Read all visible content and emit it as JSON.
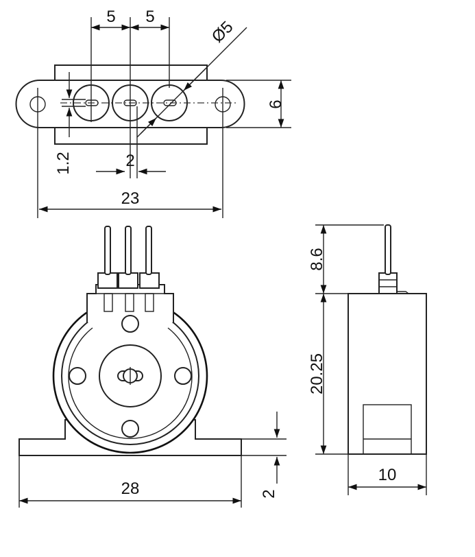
{
  "dimensions": {
    "pin_pitch_left": "5",
    "pin_pitch_right": "5",
    "hole_diameter": "Ø5",
    "flange_height": "6",
    "pin_offset": "1.2",
    "slot_width": "2",
    "flange_width": "23",
    "pin_length": "8.6",
    "body_height": "20.25",
    "base_width": "28",
    "base_thickness": "2",
    "side_width": "10"
  },
  "colors": {
    "line": "#222222",
    "background": "#ffffff"
  }
}
